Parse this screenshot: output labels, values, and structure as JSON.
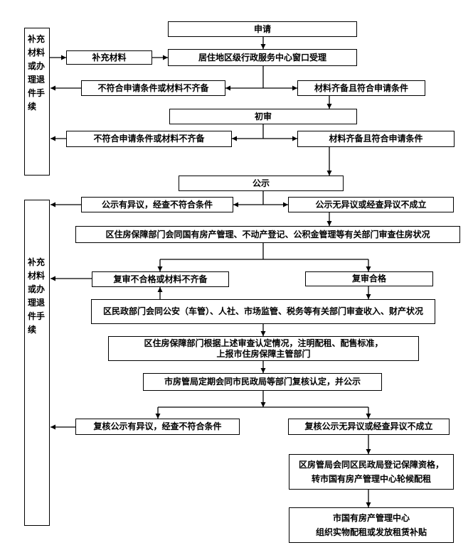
{
  "side_panels": {
    "top": "补充材料或办理退件手续",
    "bottom": "补充材料或办理退件手续"
  },
  "nodes": {
    "apply": "申请",
    "supplement": "补充材料",
    "accept": "居住地区级行政服务中心窗口受理",
    "reject1": "不符合申请条件或材料不齐备",
    "pass1": "材料齐备且符合申请条件",
    "prelim": "初审",
    "reject2": "不符合申请条件或材料不齐备",
    "pass2": "材料齐备且符合申请条件",
    "publicity": "公示",
    "objection1": "公示有异议，经查不符合条件",
    "no_objection1": "公示无异议或经查异议不成立",
    "housing_check": "区住房保障部门会同国有房产管理、不动产登记、公积金管理等有关部门审查住房状况",
    "review_fail": "复审不合格或材料不齐备",
    "review_pass": "复审合格",
    "income_check": "区民政部门会同公安（车管）、人社、市场监管、税务等有关部门审查收入、财产状况",
    "determine": {
      "line1": "区住房保障部门根据上述审查认定情况，注明配租、配售标准，",
      "line2": "上报市住房保障主管部门"
    },
    "recheck": "市房管局定期会同市民政局等部门复核认定，并公示",
    "objection2": "复核公示有异议，经查不符合条件",
    "no_objection2": "复核公示无异议或经查异议不成立",
    "register": "区房管局会同区民政局登记保障资格，转市国有房产管理中心轮候配租",
    "final": {
      "line1": "市国有房产管理中心",
      "line2": "组织实物配租或发放租赁补贴"
    }
  }
}
